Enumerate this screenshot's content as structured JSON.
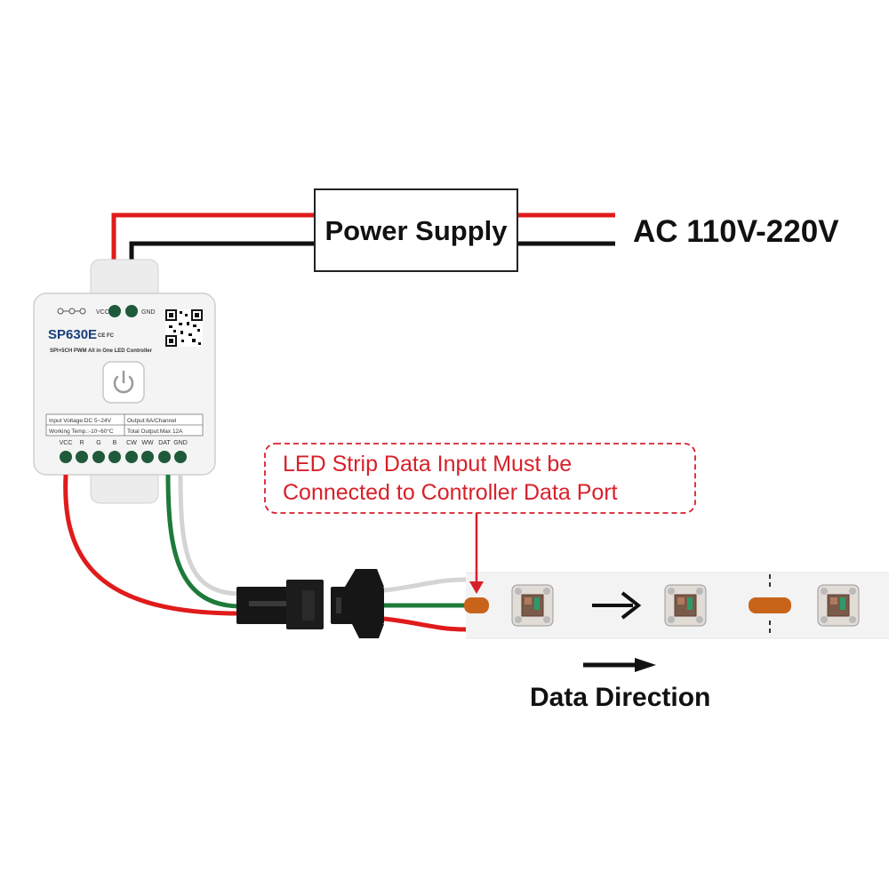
{
  "power_supply": {
    "label": "Power Supply"
  },
  "mains": {
    "label": "AC 110V-220V"
  },
  "controller": {
    "model": "SP630E",
    "subtitle": "SPI+5CH PWM All in One LED Controller",
    "cert_marks": "CE FC",
    "power_terminals": [
      "VCC",
      "GND"
    ],
    "specs": [
      {
        "left": "Input Voltage:DC 5~24V",
        "right": "Output:6A/Channel"
      },
      {
        "left": "Working Temp.:-10~60°C",
        "right": "Total Output:Max 12A"
      }
    ],
    "output_terminals": [
      "VCC",
      "R",
      "G",
      "B",
      "CW",
      "WW",
      "DAT",
      "GND"
    ]
  },
  "note": {
    "line1": "LED Strip Data Input Must be",
    "line2": "Connected to Controller Data Port"
  },
  "data_direction": {
    "label": "Data Direction"
  },
  "colors": {
    "wire_red": "#e01b1b",
    "wire_black": "#111111",
    "wire_green": "#1e7a3a",
    "wire_white": "#d4d4d4",
    "note_red": "#d8202a",
    "controller_body": "#f4f4f4",
    "terminal_green": "#1f5a3a",
    "strip_body": "#f3f3f3",
    "solder_pad": "#c8641a"
  }
}
